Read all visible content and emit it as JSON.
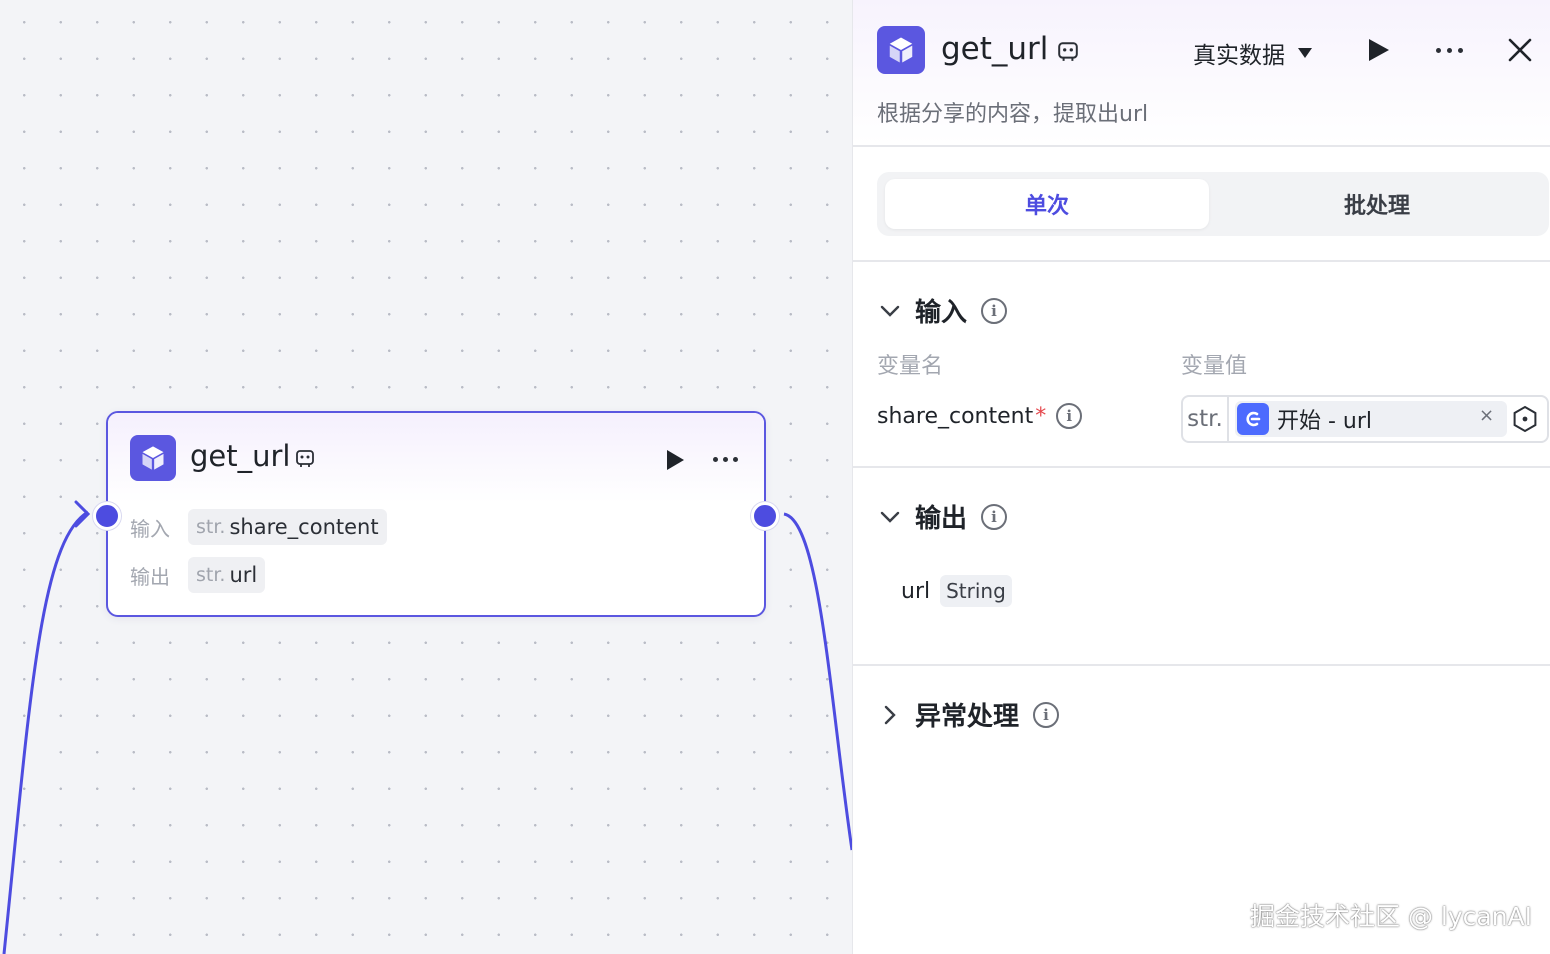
{
  "node": {
    "title": "get_url",
    "input_label": "输入",
    "output_label": "输出",
    "input_type": "str.",
    "input_value": "share_content",
    "output_type": "str.",
    "output_value": "url"
  },
  "panel": {
    "title": "get_url",
    "mode_label": "真实数据",
    "description": "根据分享的内容，提取出url",
    "tabs": [
      {
        "label": "单次",
        "active": true
      },
      {
        "label": "批处理",
        "active": false
      }
    ],
    "input_section": {
      "title": "输入",
      "col_name": "变量名",
      "col_value": "变量值",
      "var_name": "share_content",
      "required_mark": "*",
      "value_type": "str.",
      "value_ref": "开始 - url",
      "clear_glyph": "×"
    },
    "output_section": {
      "title": "输出",
      "name": "url",
      "type": "String"
    },
    "error_section": {
      "title": "异常处理"
    }
  },
  "watermark": "掘金技术社区 @ lycanAI",
  "colors": {
    "accent": "#4d4ce0",
    "node_border": "#5b57e0",
    "ref_icon": "#4d6bfe",
    "required": "#e5484d"
  }
}
